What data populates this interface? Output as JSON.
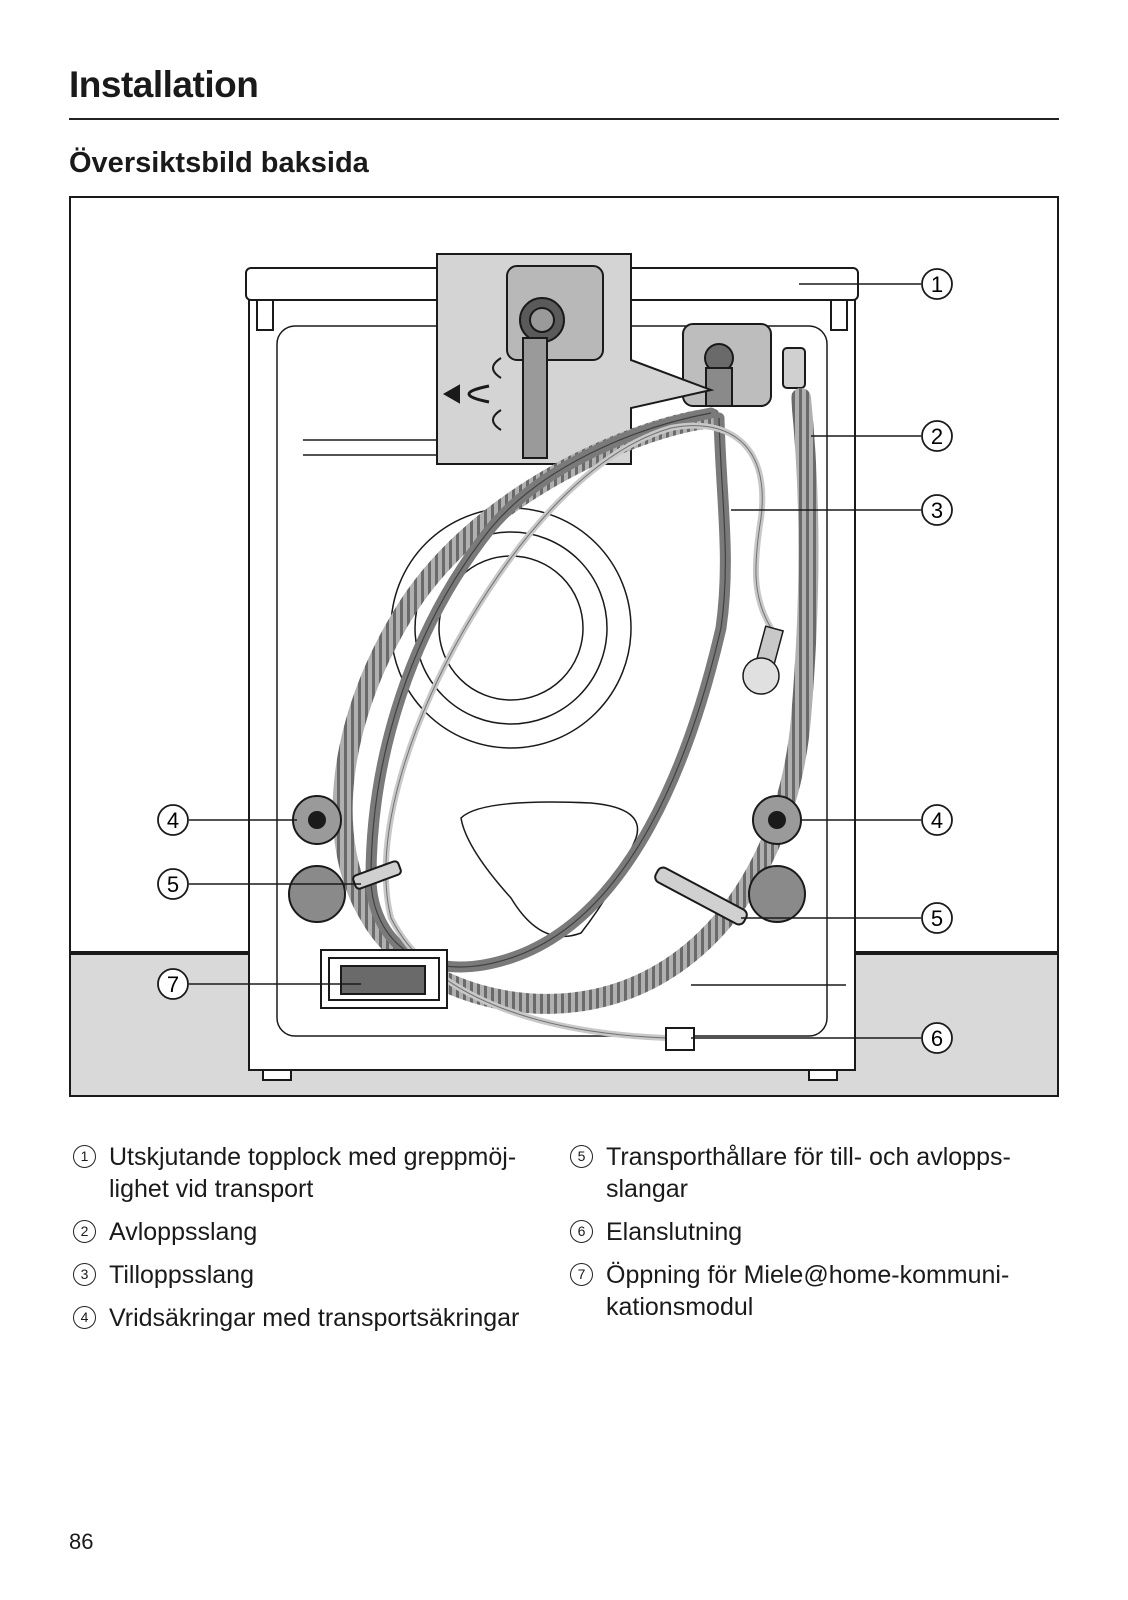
{
  "header": {
    "section": "Installation",
    "subtitle": "Översiktsbild baksida"
  },
  "figure": {
    "callouts": [
      {
        "num": "1",
        "target": "top-lid"
      },
      {
        "num": "2",
        "target": "drain-hose"
      },
      {
        "num": "3",
        "target": "inlet-hose"
      },
      {
        "num": "4",
        "target": "transit-bolt-left"
      },
      {
        "num": "4",
        "target": "transit-bolt-right"
      },
      {
        "num": "5",
        "target": "hose-holder-left"
      },
      {
        "num": "5",
        "target": "hose-holder-right"
      },
      {
        "num": "6",
        "target": "power-connection"
      },
      {
        "num": "7",
        "target": "module-slot"
      }
    ],
    "colors": {
      "line": "#1a1a1a",
      "hose_dark": "#7a7a7a",
      "hose_light": "#c8c8c8",
      "floor": "#d9d9d9"
    }
  },
  "legend": {
    "left": [
      {
        "num": "1",
        "text": "Utskjutande topplock med greppmöj-\nlighet vid transport"
      },
      {
        "num": "2",
        "text": "Avloppsslang"
      },
      {
        "num": "3",
        "text": "Tilloppsslang"
      },
      {
        "num": "4",
        "text": "Vridsäkringar med transportsäkringar"
      }
    ],
    "right": [
      {
        "num": "5",
        "text": "Transporthållare för till- och avlopps-\nslangar"
      },
      {
        "num": "6",
        "text": "Elanslutning"
      },
      {
        "num": "7",
        "text": "Öppning för Miele@home-kommuni-\nkationsmodul"
      }
    ]
  },
  "footer": {
    "page_number": "86"
  }
}
